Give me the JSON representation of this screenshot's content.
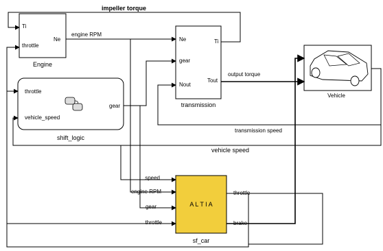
{
  "signals": {
    "impeller_torque": "impeller torque",
    "engine_rpm": "engine RPM",
    "output_torque": "output torque",
    "transmission_speed": "transmission speed",
    "vehicle_speed": "vehicle speed"
  },
  "engine": {
    "title": "Engine",
    "in_ti": "Ti",
    "in_throttle": "throttle",
    "out_ne": "Ne"
  },
  "transmission": {
    "title": "transmission",
    "in_ne": "Ne",
    "in_gear": "gear",
    "in_nout": "Nout",
    "out_ti": "Ti",
    "out_tout": "Tout"
  },
  "shift_logic": {
    "title": "shift_logic",
    "in_throttle": "throttle",
    "in_vehicle_speed": "vehicle_speed",
    "out_gear": "gear"
  },
  "vehicle": {
    "title": "Vehicle"
  },
  "sf_car": {
    "title": "sf_car",
    "brand": "A L T I A",
    "in_speed": "speed",
    "in_engine_rpm": "engine RPM",
    "in_gear": "gear",
    "in_throttle": "throttle",
    "out_throttle": "throttle",
    "out_brake": "brake",
    "fill_color": "#F2CE3C"
  }
}
